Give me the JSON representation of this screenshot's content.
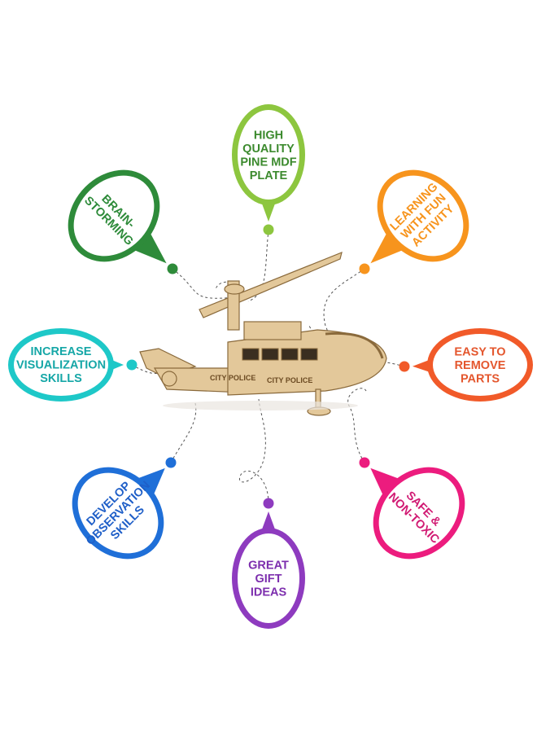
{
  "features": [
    {
      "id": "quality",
      "lines": [
        "HIGH",
        "QUALITY",
        "PINE MDF",
        "PLATE"
      ],
      "color": "#8dc63f",
      "text_color": "#3c8a2e"
    },
    {
      "id": "brain",
      "lines": [
        "BRAIN-",
        "STORMING"
      ],
      "color": "#2e8b3a",
      "text_color": "#2e8b3a"
    },
    {
      "id": "learning",
      "lines": [
        "LEARNING",
        "WITH FUN",
        "ACTIVITY"
      ],
      "color": "#f7941d",
      "text_color": "#f7941d"
    },
    {
      "id": "visual",
      "lines": [
        "INCREASE",
        "VISUALIZATION",
        "SKILLS"
      ],
      "color": "#1ec8c8",
      "text_color": "#16a7a7"
    },
    {
      "id": "remove",
      "lines": [
        "EASY TO",
        "REMOVE",
        "PARTS"
      ],
      "color": "#f15a29",
      "text_color": "#e4572e"
    },
    {
      "id": "observe",
      "lines": [
        "DEVELOP",
        "OBSERVATION",
        "SKILLS"
      ],
      "color": "#1f6fd8",
      "text_color": "#1f5fc8"
    },
    {
      "id": "safe",
      "lines": [
        "SAFE &",
        "NON-TOXIC"
      ],
      "color": "#ec1c7e",
      "text_color": "#d11a73"
    },
    {
      "id": "gift",
      "lines": [
        "GREAT",
        "GIFT",
        "IDEAS"
      ],
      "color": "#8e3bbf",
      "text_color": "#7d2fae"
    }
  ],
  "product": {
    "tail_label": "CITY POLICE",
    "body_label": "CITY POLICE",
    "wood_color": "#e3c89a",
    "wood_edge": "#8a6a3c"
  }
}
